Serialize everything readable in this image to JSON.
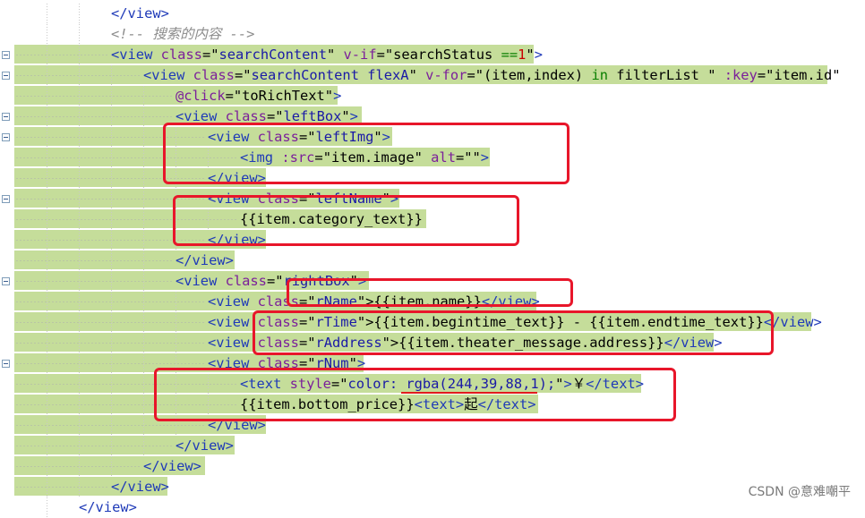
{
  "lines": [
    [
      {
        "t": "t",
        "s": "</view>"
      }
    ],
    [
      {
        "t": "c",
        "s": "<!-- 搜索的内容 -->"
      }
    ],
    [
      {
        "t": "t",
        "s": "<view "
      },
      {
        "t": "a",
        "s": "class"
      },
      {
        "t": "x",
        "s": "=\""
      },
      {
        "t": "v",
        "s": "searchContent"
      },
      {
        "t": "x",
        "s": "\" "
      },
      {
        "t": "a",
        "s": "v-if"
      },
      {
        "t": "x",
        "s": "=\"searchStatus "
      },
      {
        "t": "k",
        "s": "=="
      },
      {
        "t": "r",
        "s": "1"
      },
      {
        "t": "x",
        "s": "\""
      },
      {
        "t": "t",
        "s": ">"
      }
    ],
    [
      {
        "t": "t",
        "s": "<view "
      },
      {
        "t": "a",
        "s": "class"
      },
      {
        "t": "x",
        "s": "=\""
      },
      {
        "t": "v",
        "s": "searchContent flexA"
      },
      {
        "t": "x",
        "s": "\" "
      },
      {
        "t": "a",
        "s": "v-for"
      },
      {
        "t": "x",
        "s": "=\"(item,index) "
      },
      {
        "t": "k",
        "s": "in"
      },
      {
        "t": "x",
        "s": " filterList \" "
      },
      {
        "t": "a",
        "s": ":key"
      },
      {
        "t": "x",
        "s": "=\"item.id\""
      }
    ],
    [
      {
        "t": "a",
        "s": "@click"
      },
      {
        "t": "x",
        "s": "=\"toRichText\""
      },
      {
        "t": "t",
        "s": ">"
      }
    ],
    [
      {
        "t": "t",
        "s": "<view "
      },
      {
        "t": "a",
        "s": "class"
      },
      {
        "t": "x",
        "s": "=\""
      },
      {
        "t": "v",
        "s": "leftBox"
      },
      {
        "t": "x",
        "s": "\""
      },
      {
        "t": "t",
        "s": ">"
      }
    ],
    [
      {
        "t": "t",
        "s": "<view "
      },
      {
        "t": "a",
        "s": "class"
      },
      {
        "t": "x",
        "s": "=\""
      },
      {
        "t": "v",
        "s": "leftImg"
      },
      {
        "t": "x",
        "s": "\""
      },
      {
        "t": "t",
        "s": ">"
      }
    ],
    [
      {
        "t": "t",
        "s": "<img "
      },
      {
        "t": "a",
        "s": ":src"
      },
      {
        "t": "x",
        "s": "=\"item.image\" "
      },
      {
        "t": "a",
        "s": "alt"
      },
      {
        "t": "x",
        "s": "=\"\""
      },
      {
        "t": "t",
        "s": ">"
      }
    ],
    [
      {
        "t": "t",
        "s": "</view>"
      }
    ],
    [
      {
        "t": "t",
        "s": "<view "
      },
      {
        "t": "a",
        "s": "class"
      },
      {
        "t": "x",
        "s": "=\""
      },
      {
        "t": "v",
        "s": "leftName"
      },
      {
        "t": "x",
        "s": "\""
      },
      {
        "t": "t",
        "s": ">"
      }
    ],
    [
      {
        "t": "x",
        "s": "{{item.category_text}}"
      }
    ],
    [
      {
        "t": "t",
        "s": "</view>"
      }
    ],
    [
      {
        "t": "t",
        "s": "</view>"
      }
    ],
    [
      {
        "t": "t",
        "s": "<view "
      },
      {
        "t": "a",
        "s": "class"
      },
      {
        "t": "x",
        "s": "=\""
      },
      {
        "t": "v",
        "s": "rightBox"
      },
      {
        "t": "x",
        "s": "\""
      },
      {
        "t": "t",
        "s": ">"
      }
    ],
    [
      {
        "t": "t",
        "s": "<view "
      },
      {
        "t": "a",
        "s": "class"
      },
      {
        "t": "x",
        "s": "=\""
      },
      {
        "t": "v",
        "s": "rName"
      },
      {
        "t": "x",
        "s": "\">{{item.name}}"
      },
      {
        "t": "t",
        "s": "</view>"
      }
    ],
    [
      {
        "t": "t",
        "s": "<view "
      },
      {
        "t": "a",
        "s": "class"
      },
      {
        "t": "x",
        "s": "=\""
      },
      {
        "t": "v",
        "s": "rTime"
      },
      {
        "t": "x",
        "s": "\">{{item.begintime_text}} - {{item.endtime_text}}"
      },
      {
        "t": "t",
        "s": "</view>"
      }
    ],
    [
      {
        "t": "t",
        "s": "<view "
      },
      {
        "t": "a",
        "s": "class"
      },
      {
        "t": "x",
        "s": "=\""
      },
      {
        "t": "v",
        "s": "rAddress"
      },
      {
        "t": "x",
        "s": "\">{{item.theater_message.address}}"
      },
      {
        "t": "t",
        "s": "</view>"
      }
    ],
    [
      {
        "t": "t",
        "s": "<view "
      },
      {
        "t": "a",
        "s": "class"
      },
      {
        "t": "x",
        "s": "=\""
      },
      {
        "t": "v",
        "s": "rNum"
      },
      {
        "t": "x",
        "s": "\""
      },
      {
        "t": "t",
        "s": ">"
      }
    ],
    [
      {
        "t": "t",
        "s": "<text "
      },
      {
        "t": "a",
        "s": "style"
      },
      {
        "t": "x",
        "s": "=\""
      },
      {
        "t": "v",
        "s": "color: rgba(244,39,88,1);"
      },
      {
        "t": "x",
        "s": "\""
      },
      {
        "t": "t",
        "s": ">"
      },
      {
        "t": "x",
        "s": "￥"
      },
      {
        "t": "t",
        "s": "</text>"
      }
    ],
    [
      {
        "t": "x",
        "s": "{{item.bottom_price}}"
      },
      {
        "t": "t",
        "s": "<text>"
      },
      {
        "t": "x",
        "s": "起"
      },
      {
        "t": "t",
        "s": "</text>"
      }
    ],
    [
      {
        "t": "t",
        "s": "</view>"
      }
    ],
    [
      {
        "t": "t",
        "s": "</view>"
      }
    ],
    [
      {
        "t": "t",
        "s": "</view>"
      }
    ],
    [
      {
        "t": "t",
        "s": "</view>"
      }
    ],
    [
      {
        "t": "t",
        "s": "</view>"
      }
    ]
  ],
  "watermark": "CSDN @意难嘲平",
  "colors": {
    "selection": "#c5dd9a",
    "tag": "#1f3ab8",
    "attribute": "#7b1f9a",
    "value": "#1a1aa6",
    "comment": "#8c8c8c",
    "annotation_box": "#e8162a"
  }
}
